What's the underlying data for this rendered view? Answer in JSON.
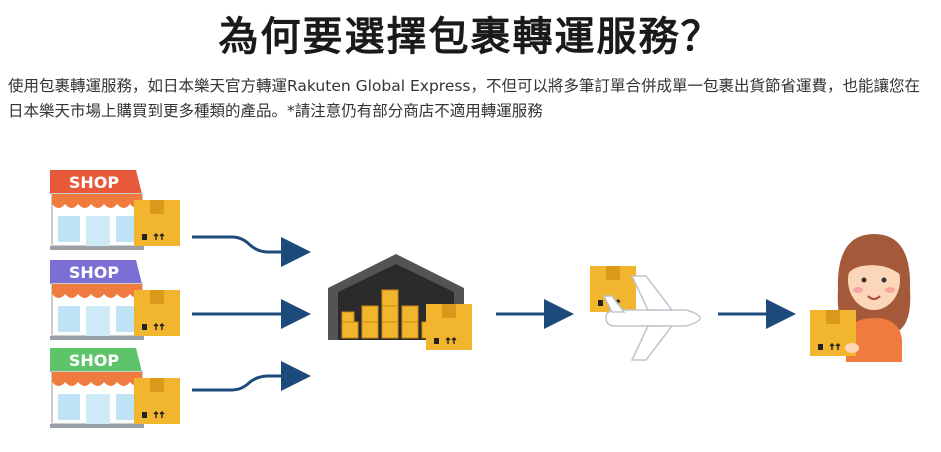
{
  "header": {
    "title": "為何要選擇包裹轉運服務？"
  },
  "description": {
    "text": "使用包裹轉運服務，如日本樂天官方轉運Rakuten Global Express，不但可以將多筆訂單合併成單一包裹出貨節省運費，也能讓您在日本樂天市場上購買到更多種類的產品。*請注意仍有部分商店不適用轉運服務"
  },
  "diagram": {
    "shops": [
      {
        "label": "SHOP",
        "color": "#e8583a"
      },
      {
        "label": "SHOP",
        "color": "#7b6fd6"
      },
      {
        "label": "SHOP",
        "color": "#5ec46a"
      }
    ],
    "colors": {
      "box": "#f2b52e",
      "box_dark": "#d99a1c",
      "arrow": "#1c4a7a",
      "warehouse": "#545454",
      "awning": "#f07b3f"
    }
  }
}
